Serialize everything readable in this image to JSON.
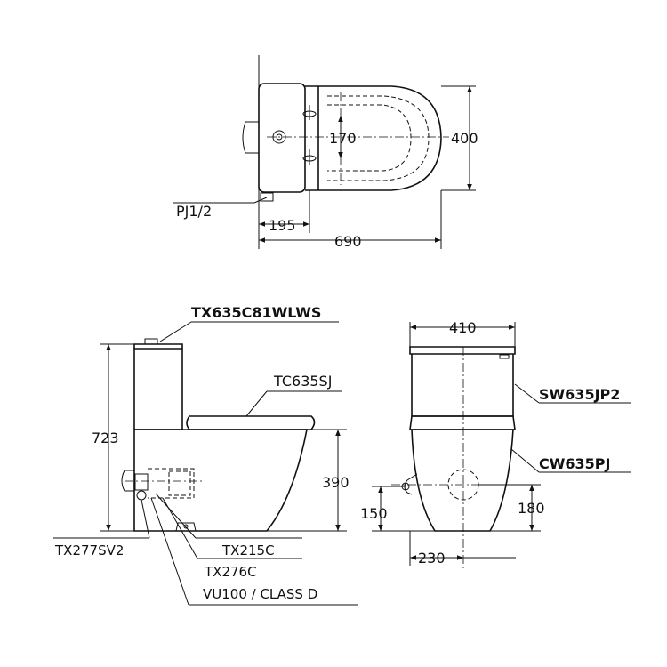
{
  "top_view": {
    "dim_seat_holes": "170",
    "dim_width": "400",
    "label_supply_joint": "PJ1/2",
    "dim_supply_offset": "195",
    "dim_length": "690"
  },
  "side_view": {
    "label_toilet": "TX635C81WLWS",
    "label_seat": "TC635SJ",
    "dim_height": "723",
    "dim_bowl_height": "390",
    "label_stop_valve": "TX277SV2",
    "label_hose": "TX215C",
    "label_flange": "TX276C",
    "label_class": "VU100 / CLASS D"
  },
  "front_view": {
    "dim_width": "410",
    "label_tank": "SW635JP2",
    "label_bowl": "CW635PJ",
    "dim_supply_height": "150",
    "dim_outlet_height": "180",
    "dim_base_width": "230"
  }
}
